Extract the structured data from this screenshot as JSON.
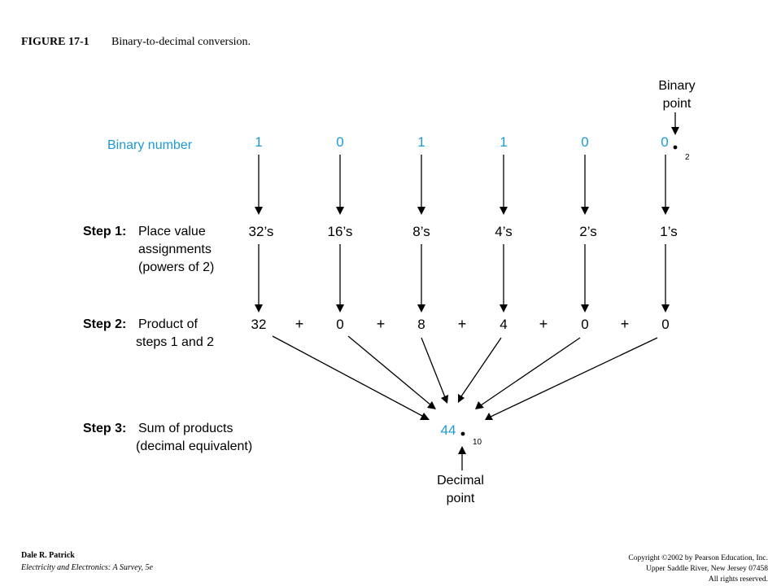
{
  "header": {
    "figure_number": "FIGURE 17-1",
    "caption": "Binary-to-decimal conversion."
  },
  "diagram": {
    "binary_point_label": [
      "Binary",
      "point"
    ],
    "binary_number_label": "Binary number",
    "binary_digits": [
      "1",
      "0",
      "1",
      "1",
      "0",
      "0"
    ],
    "binary_base": "2",
    "step1": {
      "label": "Step 1:",
      "description": [
        "Place value",
        "assignments",
        "(powers of 2)"
      ],
      "place_values": [
        "32’s",
        "16’s",
        "8’s",
        "4’s",
        "2’s",
        "1’s"
      ]
    },
    "step2": {
      "label": "Step 2:",
      "description": [
        "Product of",
        "steps 1 and 2"
      ],
      "products": [
        "32",
        "0",
        "8",
        "4",
        "0",
        "0"
      ],
      "operator": "+"
    },
    "step3": {
      "label": "Step 3:",
      "description": [
        "Sum of products",
        "(decimal equivalent)"
      ],
      "result": "44",
      "result_base": "10"
    },
    "decimal_point_label": [
      "Decimal",
      "point"
    ],
    "colors": {
      "highlight": "#1b9ad6",
      "ink": "#000000"
    }
  },
  "footer": {
    "author": "Dale R. Patrick",
    "book": "Electricity and Electronics: A Survey, 5e",
    "copyright": [
      "Copyright ©2002 by Pearson Education, Inc.",
      "Upper Saddle River, New Jersey 07458",
      "All rights reserved."
    ]
  }
}
